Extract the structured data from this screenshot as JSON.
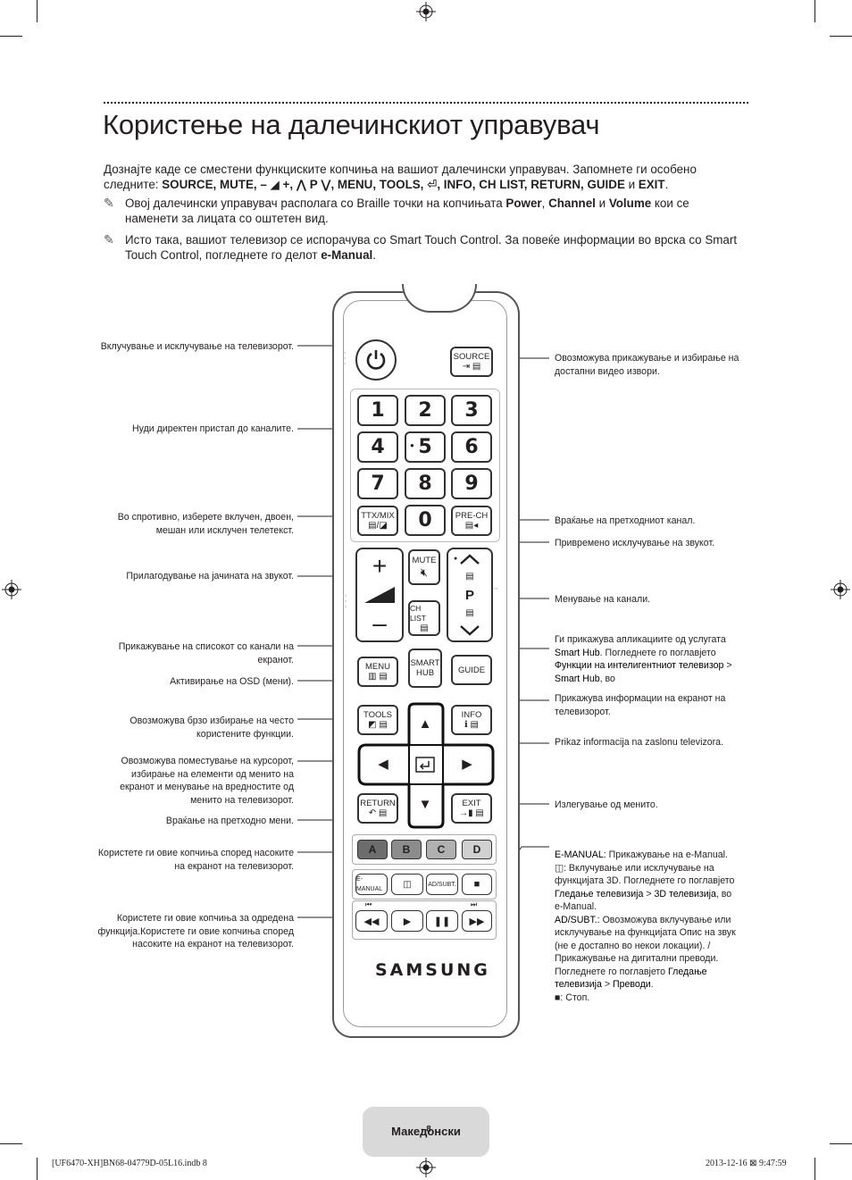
{
  "heading": {
    "title": "Користење на далечинскиот управувач",
    "intro_a": "Дознајте каде се сместени функциските копчиња на вашиот далечински управувач. Запомнете ги особено следните: ",
    "intro_keys": "SOURCE, MUTE, – ◢ +, ⋀ P ⋁, MENU, TOOLS, ⏎, INFO, CH LIST, RETURN, GUIDE",
    "intro_and": " и ",
    "intro_exit": "EXIT",
    "note1_a": "Овој далечински управувач располага со Braille точки на копчињата ",
    "note1_b": "Power",
    "note1_c": ", ",
    "note1_d": "Channel",
    "note1_e": " и ",
    "note1_f": "Volume",
    "note1_g": " кои се наменети за лицата со оштетен вид.",
    "note2_a": "Исто така, вашиот телевизор се испорачува со Smart Touch Control. За повеќе информации во врска со Smart Touch Control, погледнете го делот ",
    "note2_b": "e-Manual",
    "note2_c": "."
  },
  "left_labels": [
    "Вклучување и исклучување на телевизорот.",
    "Нуди директен пристап до каналите.",
    "Во спротивно, изберете вклучен, двоен, мешан или исклучен телетекст.",
    "Прилагодување на јачината на звукот.",
    "Прикажување на списокот со канали на екранот.",
    "Активирање на OSD (мени).",
    "Овозможува брзо избирање на често користените функции.",
    "Овозможува поместување на курсорот, избирање на елементи од менито на екранот и менување на вредностите од менито на телевизорот.",
    "Враќање на претходно мени.",
    "Користете ги овие копчиња според насоките на екранот на телевизорот.",
    "Користете ги овие копчиња за одредена функција.Користете ги овие копчиња според насоките на екранот на телевизорот."
  ],
  "right_labels": {
    "source": "Овозможува прикажување и избирање на достапни видео извори.",
    "prech": "Враќање на претходниот канал.",
    "mute": "Привремено исклучување на звукот.",
    "channel": "Менување на канали.",
    "smarthub_a": "Ги прикажува апликациите од услугата ",
    "smarthub_b": "Smart Hub",
    "smarthub_c": ". Погледнете го поглавјето ",
    "smarthub_d": "Функции на интелигентниот телевизор",
    "smarthub_e": " > ",
    "smarthub_f": "Smart Hub",
    "smarthub_g": ", во",
    "guide": "Прикажува информации на екранот на телевизорот.",
    "info": "Prikaz informacija na zaslonu televizora.",
    "exit": "Излегување од менито.",
    "emanual_a": "E-MANUAL:",
    "emanual_b": " Прикажување на e-Manual.",
    "three_d_a": ": Вклучување или исклучување на функцијата 3D. Погледнете го поглавјето ",
    "three_d_b": "Гледање телевизија",
    "three_d_c": " > ",
    "three_d_d": "3D телевизија",
    "three_d_e": ", во e-Manual.",
    "adsubt_a": "AD/SUBT.:",
    "adsubt_b": " Овозможува вклучување или исклучување на функцијата Опис на звук (не е достапно во некои локации). / Прикажување на дигитални преводи. Погледнете го поглавјето ",
    "adsubt_c": "Гледање телевизија",
    "adsubt_d": " > ",
    "adsubt_e": "Преводи",
    "adsubt_f": ".",
    "stop": ": Стоп."
  },
  "remote": {
    "source": "SOURCE",
    "digits": [
      "1",
      "2",
      "3",
      "4",
      "5",
      "6",
      "7",
      "8",
      "9",
      "0"
    ],
    "ttx": "TTX/MIX",
    "prech": "PRE-CH",
    "mute": "MUTE",
    "p": "P",
    "chlist": "CH LIST",
    "menu": "MENU",
    "smart": "SMART",
    "hub": "HUB",
    "guide": "GUIDE",
    "tools": "TOOLS",
    "info": "INFO",
    "return": "RETURN",
    "exit": "EXIT",
    "colors": [
      {
        "label": "A",
        "color": "#6d6d6d"
      },
      {
        "label": "B",
        "color": "#8c8c8c"
      },
      {
        "label": "C",
        "color": "#b0b0b0"
      },
      {
        "label": "D",
        "color": "#d0d0d0"
      }
    ],
    "emanual": "E-MANUAL",
    "adsubt": "AD/SUBT.",
    "brand": "SAMSUNG"
  },
  "footer": {
    "language": "Македонски",
    "page_suffix": " - 8",
    "file": "[UF6470-XH]BN68-04779D-05L16.indb   8",
    "date": "2013-12-16   ⊠ 9:47:59"
  }
}
